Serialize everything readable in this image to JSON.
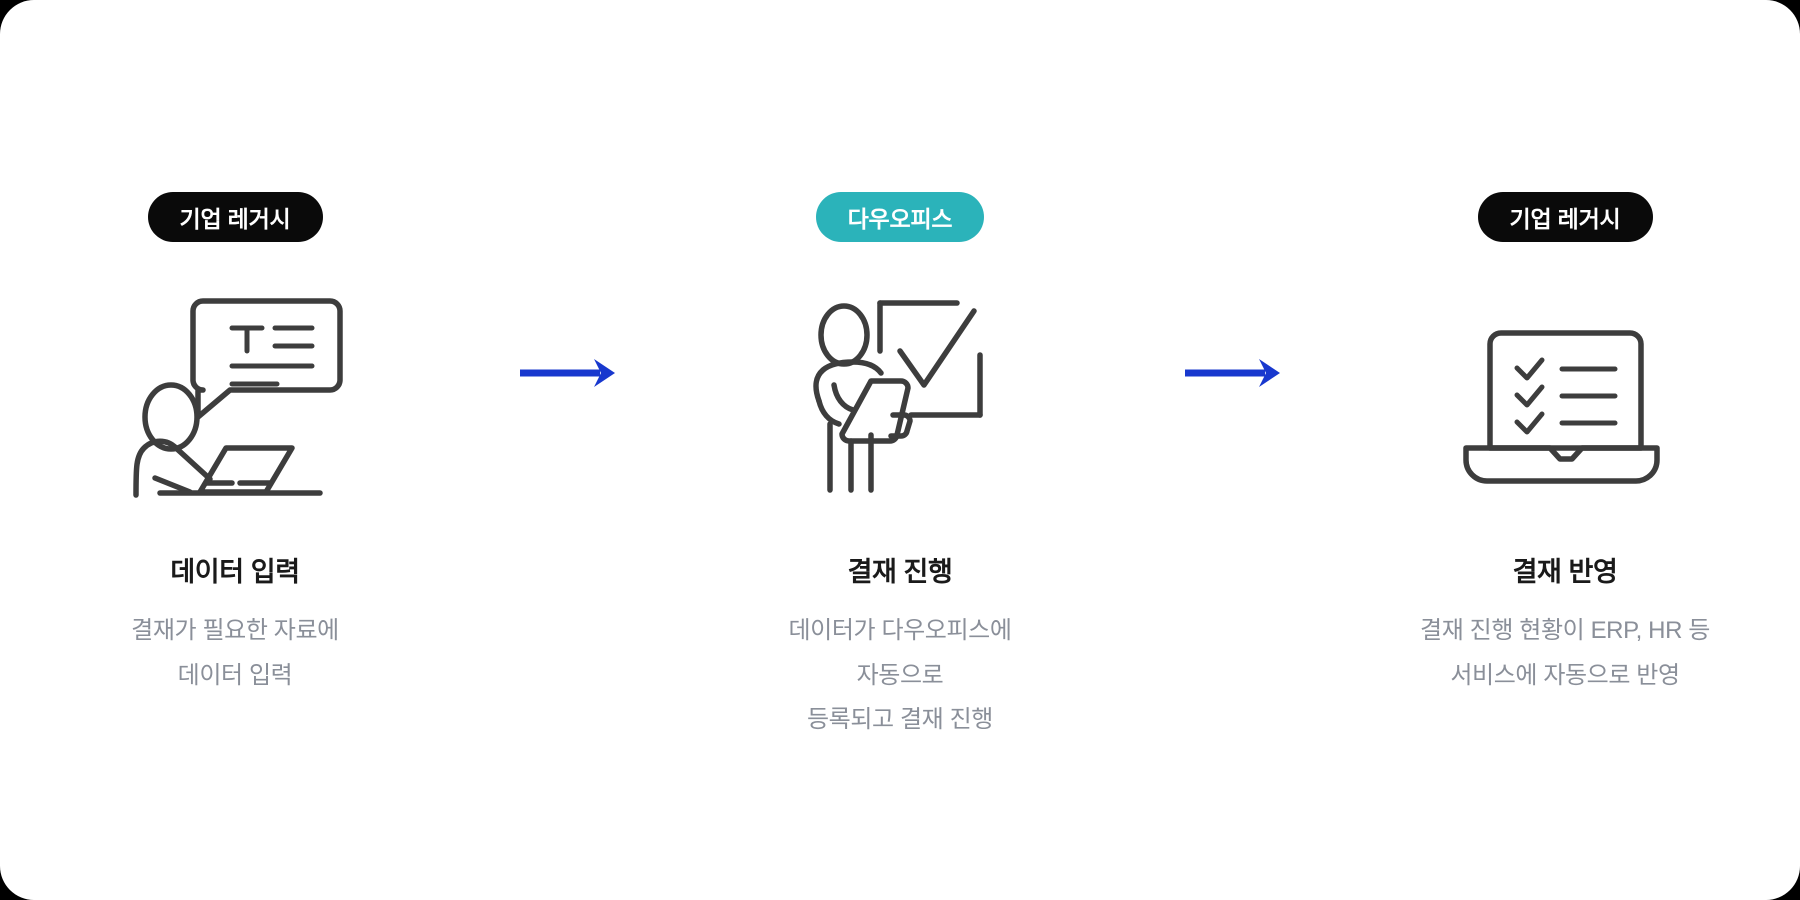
{
  "theme": {
    "page_background": "#000000",
    "card_background": "#ffffff",
    "badge_dark": "#0a0a0a",
    "badge_teal": "#2bb3ba",
    "arrow_color": "#1838ce",
    "title_color": "#1a1a1a",
    "desc_color": "#8a8f99",
    "line_art_color": "#3d3d3d"
  },
  "flow": {
    "steps": [
      {
        "badge": "기업 레거시",
        "badge_style": "dark",
        "icon": "person-at-laptop-with-text-bubble-icon",
        "title": "데이터 입력",
        "desc_lines": [
          "결재가 필요한 자료에",
          "데이터 입력"
        ]
      },
      {
        "badge": "다우오피스",
        "badge_style": "teal",
        "icon": "person-with-tablet-and-checkmark-icon",
        "title": "결재 진행",
        "desc_lines": [
          "데이터가 다우오피스에",
          "자동으로",
          "등록되고 결재 진행"
        ]
      },
      {
        "badge": "기업 레거시",
        "badge_style": "dark",
        "icon": "laptop-with-checklist-icon",
        "title": "결재 반영",
        "desc_lines": [
          "결재 진행 현황이 ERP, HR 등",
          "서비스에 자동으로 반영"
        ]
      }
    ],
    "connectors": [
      {
        "icon": "arrow-right-icon"
      },
      {
        "icon": "arrow-right-icon"
      }
    ]
  }
}
